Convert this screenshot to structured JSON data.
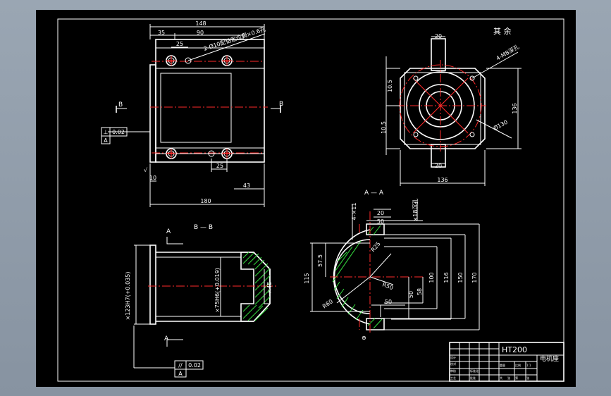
{
  "colors": {
    "background": "#8d99a7",
    "sheet": "#000000",
    "line": "#ffffff",
    "centerline": "#ff2a2a",
    "hatch": "#36e040"
  },
  "front_view": {
    "dims": {
      "width_148": "148",
      "d35": "35",
      "d90": "90",
      "d25_top": "25",
      "holes_note": "2-Ø10配钻定位销×0.6孔",
      "d25_bottom": "25",
      "d10": "10",
      "d43": "43",
      "d180": "180"
    },
    "section_mark_left": "B",
    "section_mark_right": "B",
    "tolerance_frame": {
      "symbol": "⊥",
      "value": "0.02",
      "datum": "A"
    },
    "surface_mark": "√"
  },
  "top_right_view": {
    "remaining_note": "其  余",
    "dims": {
      "d20_top": "20",
      "d20_bottom": "20",
      "thread_note": "4-M8深孔",
      "d10_5_top": "10.5",
      "d10_5_bottom": "10.5",
      "d136_right": "136",
      "diameter_130": "Ø130",
      "d136_bottom": "136"
    }
  },
  "section_bb": {
    "title": "B — B",
    "section_arrow_top": "A",
    "section_arrow_bottom": "A",
    "dims": {
      "bore_left": "×123H7(+0.035)",
      "bore_right": "×75H6(+0.019)",
      "diameter_45": "×45"
    },
    "tolerance_frame": {
      "symbol": "//",
      "value": "0.02",
      "datum": "A"
    }
  },
  "section_aa": {
    "title": "A — A",
    "dims": {
      "holes": "4-×11",
      "d20": "20",
      "d50_top": "50",
      "d18": "×18沉孔",
      "d57_5": "57.5",
      "d115": "115",
      "r25": "R25",
      "r50": "R50",
      "r60": "R60",
      "d100": "100",
      "d116": "116",
      "d150": "150",
      "d170": "170",
      "d50_mid": "50",
      "d58": "58",
      "d50_bottom": "50"
    }
  },
  "title_block": {
    "material": "HT200",
    "part_name": "电机座",
    "cells": [
      "设计",
      "校对",
      "审核",
      "工艺",
      "标准化",
      "批准",
      "重量",
      "比例",
      "1:1",
      "共",
      "张",
      "第",
      "张"
    ]
  }
}
